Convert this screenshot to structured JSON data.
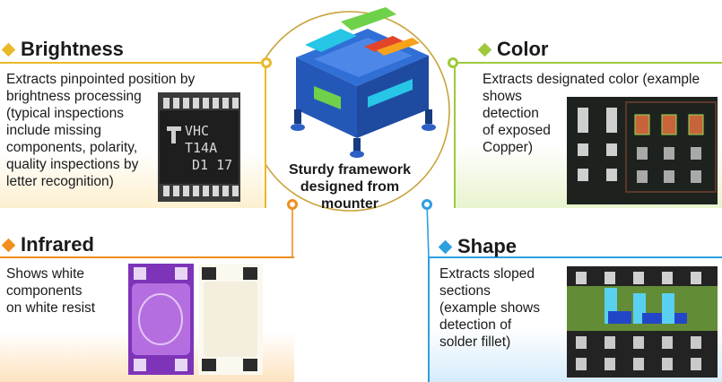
{
  "center": {
    "caption_lines": [
      "Sturdy framework",
      "designed from",
      "mounter"
    ]
  },
  "brightness": {
    "title": "Brightness",
    "lines": [
      "Extracts pinpointed position by",
      "brightness processing",
      "(typical inspections",
      "include missing",
      "components, polarity,",
      "quality inspections by",
      "letter recognition)"
    ],
    "chip_marking": [
      "VHC",
      "T14A",
      "D1 17"
    ],
    "color": "#e9b92a"
  },
  "color": {
    "title": "Color",
    "lines": [
      "Extracts designated color (example",
      "shows",
      "detection",
      "of exposed",
      "Copper)"
    ],
    "color": "#9fc93c"
  },
  "infrared": {
    "title": "Infrared",
    "lines": [
      "Shows white",
      "components",
      "on white resist"
    ],
    "color": "#ef8f1e"
  },
  "shape": {
    "title": "Shape",
    "lines": [
      "Extracts sloped",
      "sections",
      "(example shows",
      "detection of",
      "solder fillet)"
    ],
    "color": "#2e9fe0"
  },
  "colors": {
    "ring": "#c9a23a",
    "frame_blue": "#2f6fd6",
    "frame_cyan": "#27c6e6",
    "frame_green": "#6fd14a",
    "frame_red": "#e3452a"
  }
}
